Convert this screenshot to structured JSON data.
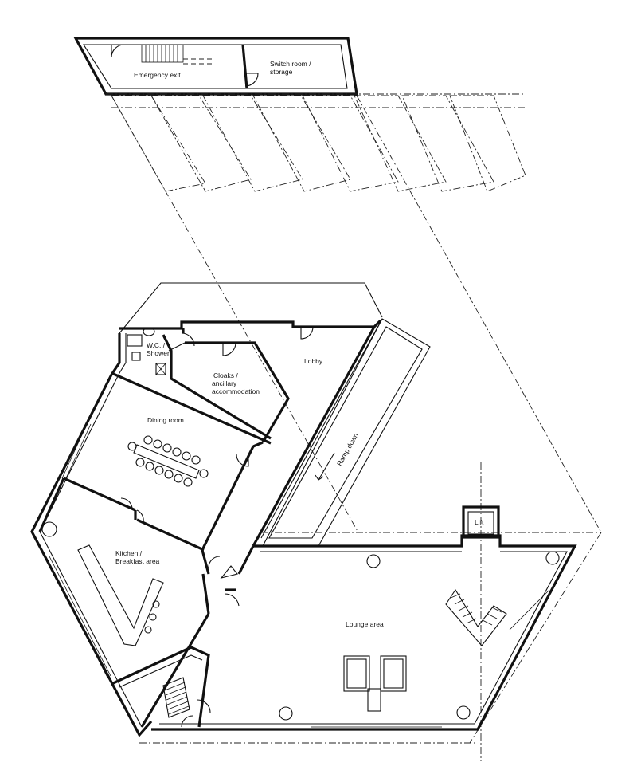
{
  "rooms": {
    "emergency_exit": "Emergency exit",
    "switch_room_line1": "Switch room /",
    "switch_room_line2": "storage",
    "wc_line1": "W.C. /",
    "wc_line2": "Shower",
    "cloaks_line1": "Cloaks  /",
    "cloaks_line2": "ancillary",
    "cloaks_line3": "accommodation",
    "lobby": "Lobby",
    "dining_room": "Dining room",
    "ramp": "Ramp down",
    "lift": "Lift",
    "kitchen_line1": "Kitchen /",
    "kitchen_line2": "Breakfast area",
    "lounge": "Lounge area"
  },
  "colors": {
    "line": "#111111",
    "background": "#ffffff"
  }
}
